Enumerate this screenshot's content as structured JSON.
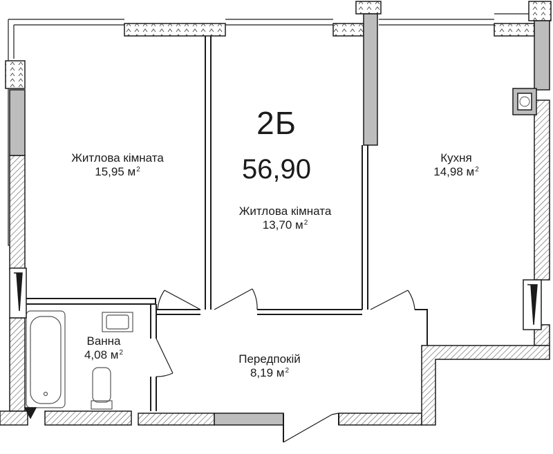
{
  "apartment": {
    "type": "2Б",
    "total_area": "56,90"
  },
  "rooms": [
    {
      "id": "living-room-1",
      "name": "Житлова кімната",
      "area": "15,95 м",
      "unit_sup": "2"
    },
    {
      "id": "living-room-2",
      "name": "Житлова кімната",
      "area": "13,70 м",
      "unit_sup": "2"
    },
    {
      "id": "kitchen",
      "name": "Кухня",
      "area": "14,98 м",
      "unit_sup": "2"
    },
    {
      "id": "bathroom",
      "name": "Ванна",
      "area": "4,08 м",
      "unit_sup": "2"
    },
    {
      "id": "hallway",
      "name": "Передпокій",
      "area": "8,19 м",
      "unit_sup": "2"
    }
  ],
  "colors": {
    "wall": "#1b1b1b",
    "wall_fill": "#bdbdbd",
    "hatch": "#555555",
    "background": "#ffffff"
  }
}
